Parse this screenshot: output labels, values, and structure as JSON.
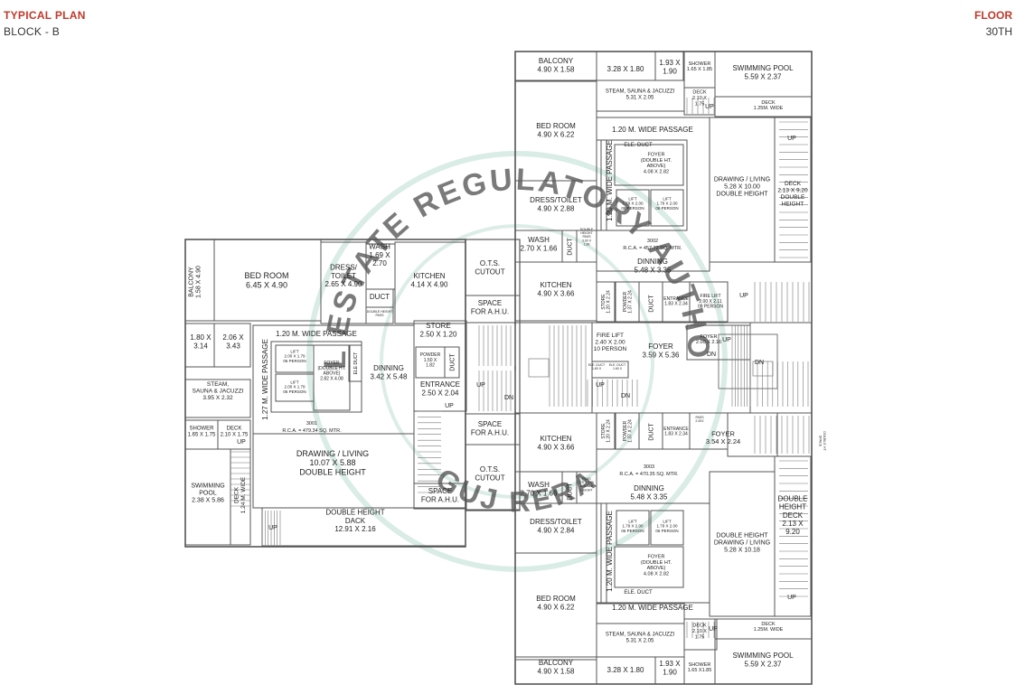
{
  "header": {
    "title": "TYPICAL PLAN",
    "block": "BLOCK - B",
    "floor_label": "FLOOR",
    "floor_value": "30TH"
  },
  "watermark": {
    "top": "REAL ESTATE REGULATORY AUTHORITY",
    "bottom": "GUJ RERA"
  },
  "colors": {
    "line": "#555555",
    "accent": "#c0392b",
    "watermark": "#b9dccf",
    "text": "#222222"
  },
  "rooms": [
    {
      "id": "u1-balcony",
      "lines": [
        "BALCONY",
        "1.58 X 4.90"
      ]
    },
    {
      "id": "u1-bed",
      "lines": [
        "BED ROOM",
        "6.45 X 4.90"
      ]
    },
    {
      "id": "u1-dress",
      "lines": [
        "DRESS/",
        "TOILET",
        "2.65 X 4.90"
      ]
    },
    {
      "id": "u1-wash",
      "lines": [
        "WASH",
        "1.69 X",
        "2.70"
      ]
    },
    {
      "id": "u1-duct",
      "lines": [
        "DUCT"
      ]
    },
    {
      "id": "u1-dblhead",
      "lines": [
        "DOUBLE HEIGHT",
        "PASS"
      ]
    },
    {
      "id": "u1-kitchen",
      "lines": [
        "KITCHEN",
        "4.14 X 4.90"
      ]
    },
    {
      "id": "u1-r1",
      "lines": [
        "1.80 X",
        "3.14"
      ]
    },
    {
      "id": "u1-r2",
      "lines": [
        "2.06 X",
        "3.43"
      ]
    },
    {
      "id": "u1-passage",
      "lines": [
        "1.20 M. WIDE PASSAGE"
      ]
    },
    {
      "id": "u1-vpassage",
      "lines": [
        "1.27 M. WIDE PASSAGE"
      ]
    },
    {
      "id": "u1-lift1",
      "lines": [
        "LIFT",
        "2.00 X 1.79",
        "06 PERSON"
      ]
    },
    {
      "id": "u1-lift2",
      "lines": [
        "LIFT",
        "2.00 X 1.79",
        "06 PERSON"
      ]
    },
    {
      "id": "u1-foyer",
      "lines": [
        "FOYER",
        "(DOUBLE HT.",
        "ABOVE)",
        "2.82 X 4.08"
      ]
    },
    {
      "id": "u1-eleduct",
      "lines": [
        "ELE DUCT"
      ]
    },
    {
      "id": "u1-dinning",
      "lines": [
        "DINNING",
        "3.42 X 5.48"
      ]
    },
    {
      "id": "u1-steam",
      "lines": [
        "STEAM,",
        "SAUNA & JACUZZI",
        "3.95 X 2.32"
      ]
    },
    {
      "id": "u1-shower",
      "lines": [
        "SHOWER",
        "1.65 X 1.75"
      ]
    },
    {
      "id": "u1-deck",
      "lines": [
        "DECK",
        "2.10 X 1.75"
      ]
    },
    {
      "id": "u1-drawing",
      "lines": [
        "DRAWING / LIVING",
        "10.07 X 5.88",
        "DOUBLE HEIGHT"
      ]
    },
    {
      "id": "u1-pool",
      "lines": [
        "SWIMMING",
        "POOL",
        "2.38 X 5.86"
      ]
    },
    {
      "id": "u1-deckv",
      "lines": [
        "DECK",
        "1.24 M. WIDE"
      ]
    },
    {
      "id": "u1-dack",
      "lines": [
        "DOUBLE HEIGHT",
        "DACK",
        "12.91 X 2.16"
      ]
    },
    {
      "id": "c-ots1",
      "lines": [
        "O.T.S.",
        "CUTOUT"
      ]
    },
    {
      "id": "c-ahu1",
      "lines": [
        "SPACE",
        "FOR A.H.U."
      ]
    },
    {
      "id": "c-store",
      "lines": [
        "STORE",
        "2.50 X 1.20"
      ]
    },
    {
      "id": "c-powder",
      "lines": [
        "POWDER",
        "1.50 X",
        "1.82"
      ]
    },
    {
      "id": "c-duct",
      "lines": [
        "DUCT"
      ]
    },
    {
      "id": "c-entrance",
      "lines": [
        "ENTRANCE",
        "2.50 X 2.04"
      ]
    },
    {
      "id": "c-ahu2",
      "lines": [
        "SPACE",
        "FOR A.H.U."
      ]
    },
    {
      "id": "c-ots2",
      "lines": [
        "O.T.S.",
        "CUTOUT"
      ]
    },
    {
      "id": "c-ahu3",
      "lines": [
        "SPACE",
        "FOR A.H.U."
      ]
    },
    {
      "id": "u2-balcony",
      "lines": [
        "BALCONY",
        "4.90 X 1.58"
      ]
    },
    {
      "id": "u2-r1",
      "lines": [
        "3.28 X 1.80"
      ]
    },
    {
      "id": "u2-r2",
      "lines": [
        "1.93 X",
        "1.90"
      ]
    },
    {
      "id": "u2-shower",
      "lines": [
        "SHOWER",
        "1.65 X 1.85"
      ]
    },
    {
      "id": "u2-pool",
      "lines": [
        "SWIMMING POOL",
        "5.59 X 2.37"
      ]
    },
    {
      "id": "u2-steam",
      "lines": [
        "STEAM, SAUNA & JACUZZI",
        "5.31 X 2.05"
      ]
    },
    {
      "id": "u2-deck",
      "lines": [
        "DECK",
        "2.10 X",
        "1.75"
      ]
    },
    {
      "id": "u2-deckw",
      "lines": [
        "DECK",
        "1.25M. WIDE"
      ]
    },
    {
      "id": "u2-bed",
      "lines": [
        "BED ROOM",
        "4.90 X 6.22"
      ]
    },
    {
      "id": "u2-passage",
      "lines": [
        "1.20 M. WIDE PASSAGE"
      ]
    },
    {
      "id": "u2-vpassage",
      "lines": [
        "1.20 M. WIDE PASSAGE"
      ]
    },
    {
      "id": "u2-eleduct",
      "lines": [
        "ELE. DUCT"
      ]
    },
    {
      "id": "u2-foyer",
      "lines": [
        "FOYER",
        "(DOUBLE HT.",
        "ABOVE)",
        "4.08 X 2.82"
      ]
    },
    {
      "id": "u2-lift1",
      "lines": [
        "LIFT",
        "1.79 X 2.00",
        "06 PERSON"
      ]
    },
    {
      "id": "u2-lift2",
      "lines": [
        "LIFT",
        "1.79 X 2.00",
        "06 PERSON"
      ]
    },
    {
      "id": "u2-drawing",
      "lines": [
        "DRAWING / LIVING",
        "5.28 X 10.00",
        "DOUBLE HEIGHT"
      ]
    },
    {
      "id": "u2-deckv",
      "lines": [
        "DECK",
        "2.13 X 9.20",
        "DOUBLE",
        "HEIGHT"
      ]
    },
    {
      "id": "u2-dress",
      "lines": [
        "DRESS/TOILET",
        "4.90 X 2.88"
      ]
    },
    {
      "id": "u2-wash",
      "lines": [
        "WASH",
        "2.70 X 1.66"
      ]
    },
    {
      "id": "u2-duct",
      "lines": [
        "DUCT"
      ]
    },
    {
      "id": "u2-dblhead",
      "lines": [
        "DOUBLE",
        "HEIGHT",
        "PASS",
        "3.00 X",
        "1.86"
      ]
    },
    {
      "id": "u2-dinning",
      "lines": [
        "DINNING",
        "5.48 X 3.35"
      ]
    },
    {
      "id": "u2-kitchen",
      "lines": [
        "KITCHEN",
        "4.90 X 3.66"
      ]
    },
    {
      "id": "u2-store",
      "lines": [
        "STORE",
        "1.20 X 2.24"
      ]
    },
    {
      "id": "u2-powder",
      "lines": [
        "POWDER",
        "1.37 X 2.24"
      ]
    },
    {
      "id": "u2-duct2",
      "lines": [
        "DUCT"
      ]
    },
    {
      "id": "u2-entrance",
      "lines": [
        "ENTRANCE",
        "1.83 X 2.34"
      ]
    },
    {
      "id": "u2-firelift",
      "lines": [
        "FIRE LIFT",
        "2.00 X 2.11",
        "08 PERSON"
      ]
    },
    {
      "id": "m-firelift",
      "lines": [
        "FIRE LIFT",
        "2.40 X 2.00",
        "10 PERSON"
      ]
    },
    {
      "id": "m-foyer",
      "lines": [
        "FOYER",
        "3.59 X 5.36"
      ]
    },
    {
      "id": "m-eleduct1",
      "lines": [
        "ELE. DUCT",
        "1.60 X"
      ]
    },
    {
      "id": "m-eleduct2",
      "lines": [
        "ELE. DUCT",
        "1.60 X"
      ]
    },
    {
      "id": "m-foyer2",
      "lines": [
        "FOYER",
        "2.00 X 2.16"
      ]
    },
    {
      "id": "u3-kitchen",
      "lines": [
        "KITCHEN",
        "4.90 X 3.66"
      ]
    },
    {
      "id": "u3-store",
      "lines": [
        "STORE",
        "1.20 X 2.24"
      ]
    },
    {
      "id": "u3-powder",
      "lines": [
        "POWDER",
        "1.37 X 2.24"
      ]
    },
    {
      "id": "u3-duct",
      "lines": [
        "DUCT"
      ]
    },
    {
      "id": "u3-entrance",
      "lines": [
        "ENTRANCE",
        "1.83 X 2.34"
      ]
    },
    {
      "id": "u3-pass",
      "lines": [
        "PASS",
        "2.00X"
      ]
    },
    {
      "id": "u3-foyer",
      "lines": [
        "FOYER",
        "3.54 X 2.24"
      ]
    },
    {
      "id": "u3-wash",
      "lines": [
        "WASH",
        "2.70 X 1.66"
      ]
    },
    {
      "id": "u3-duct2",
      "lines": [
        "DUCT"
      ]
    },
    {
      "id": "u3-plus",
      "lines": [
        "PLUS",
        "2.5 X 1.86",
        "DOUBLE",
        "HEIGHT"
      ]
    },
    {
      "id": "u3-dinning",
      "lines": [
        "DINNING",
        "5.48 X 3.35"
      ]
    },
    {
      "id": "u3-dress",
      "lines": [
        "DRESS/TOILET",
        "4.90 X 2.84"
      ]
    },
    {
      "id": "u3-lift1",
      "lines": [
        "LIFT",
        "1.79 X 2.00",
        "06 PERSON"
      ]
    },
    {
      "id": "u3-lift2",
      "lines": [
        "LIFT",
        "1.79 X 2.00",
        "06 PERSON"
      ]
    },
    {
      "id": "u3-foyer2",
      "lines": [
        "FOYER",
        "(DOUBLE HT.",
        "ABOVE)",
        "4.08 X 2.82"
      ]
    },
    {
      "id": "u3-eleduct",
      "lines": [
        "ELE. DUCT"
      ]
    },
    {
      "id": "u3-vpassage",
      "lines": [
        "1.20 M. WIDE PASSAGE"
      ]
    },
    {
      "id": "u3-passage",
      "lines": [
        "1.20 M. WIDE PASSAGE"
      ]
    },
    {
      "id": "u3-drawing",
      "lines": [
        "DOUBLE HEIGHT",
        "DRAWING / LIVING",
        "5.28 X 10.18"
      ]
    },
    {
      "id": "u3-deckv",
      "lines": [
        "DOUBLE",
        "HEIGHT",
        "DECK",
        "2.13 X",
        "9.20"
      ]
    },
    {
      "id": "u3-bed",
      "lines": [
        "BED ROOM",
        "4.90 X 6.22"
      ]
    },
    {
      "id": "u3-deckw",
      "lines": [
        "DECK",
        "1.25M. WIDE"
      ]
    },
    {
      "id": "u3-steam",
      "lines": [
        "STEAM, SAUNA & JACUZZI",
        "5.31 X 2.05"
      ]
    },
    {
      "id": "u3-deck",
      "lines": [
        "DECK",
        "2.10 X",
        "1.75"
      ]
    },
    {
      "id": "u3-pool",
      "lines": [
        "SWIMMING POOL",
        "5.59 X 2.37"
      ]
    },
    {
      "id": "u3-balcony",
      "lines": [
        "BALCONY",
        "4.90 X 1.58"
      ]
    },
    {
      "id": "u3-r1",
      "lines": [
        "3.28 X 1.80"
      ]
    },
    {
      "id": "u3-r2",
      "lines": [
        "1.93 X",
        "1.90"
      ]
    },
    {
      "id": "u3-shower",
      "lines": [
        "SHOWER",
        "1.65 X1.85"
      ]
    },
    {
      "id": "u3-side",
      "lines": [
        "DOUBLE HT",
        "SPACE"
      ]
    }
  ],
  "unit_labels": [
    {
      "id": "u1",
      "lines": [
        "3001",
        "R.C.A. = 479.34 SQ. MTR."
      ]
    },
    {
      "id": "u2",
      "lines": [
        "3002",
        "R.C.A. = 457.72 SQ. MTR."
      ]
    },
    {
      "id": "u3",
      "lines": [
        "3003",
        "R.C.A. = 470.35 SQ. MTR."
      ]
    }
  ],
  "stair_marks": [
    {
      "id": "s1",
      "text": "UP"
    },
    {
      "id": "s2",
      "text": "UP"
    },
    {
      "id": "s3",
      "text": "UP"
    },
    {
      "id": "s4",
      "text": "DN"
    },
    {
      "id": "s5",
      "text": "UP"
    },
    {
      "id": "s6",
      "text": "DN"
    },
    {
      "id": "s7",
      "text": "UP"
    },
    {
      "id": "s8",
      "text": "UP"
    },
    {
      "id": "s9",
      "text": "DN"
    },
    {
      "id": "s10",
      "text": "UP"
    },
    {
      "id": "s11",
      "text": "UP"
    },
    {
      "id": "s12",
      "text": "UP"
    },
    {
      "id": "s13",
      "text": "UP"
    },
    {
      "id": "s14",
      "text": "UP"
    },
    {
      "id": "s15",
      "text": "DN"
    }
  ]
}
